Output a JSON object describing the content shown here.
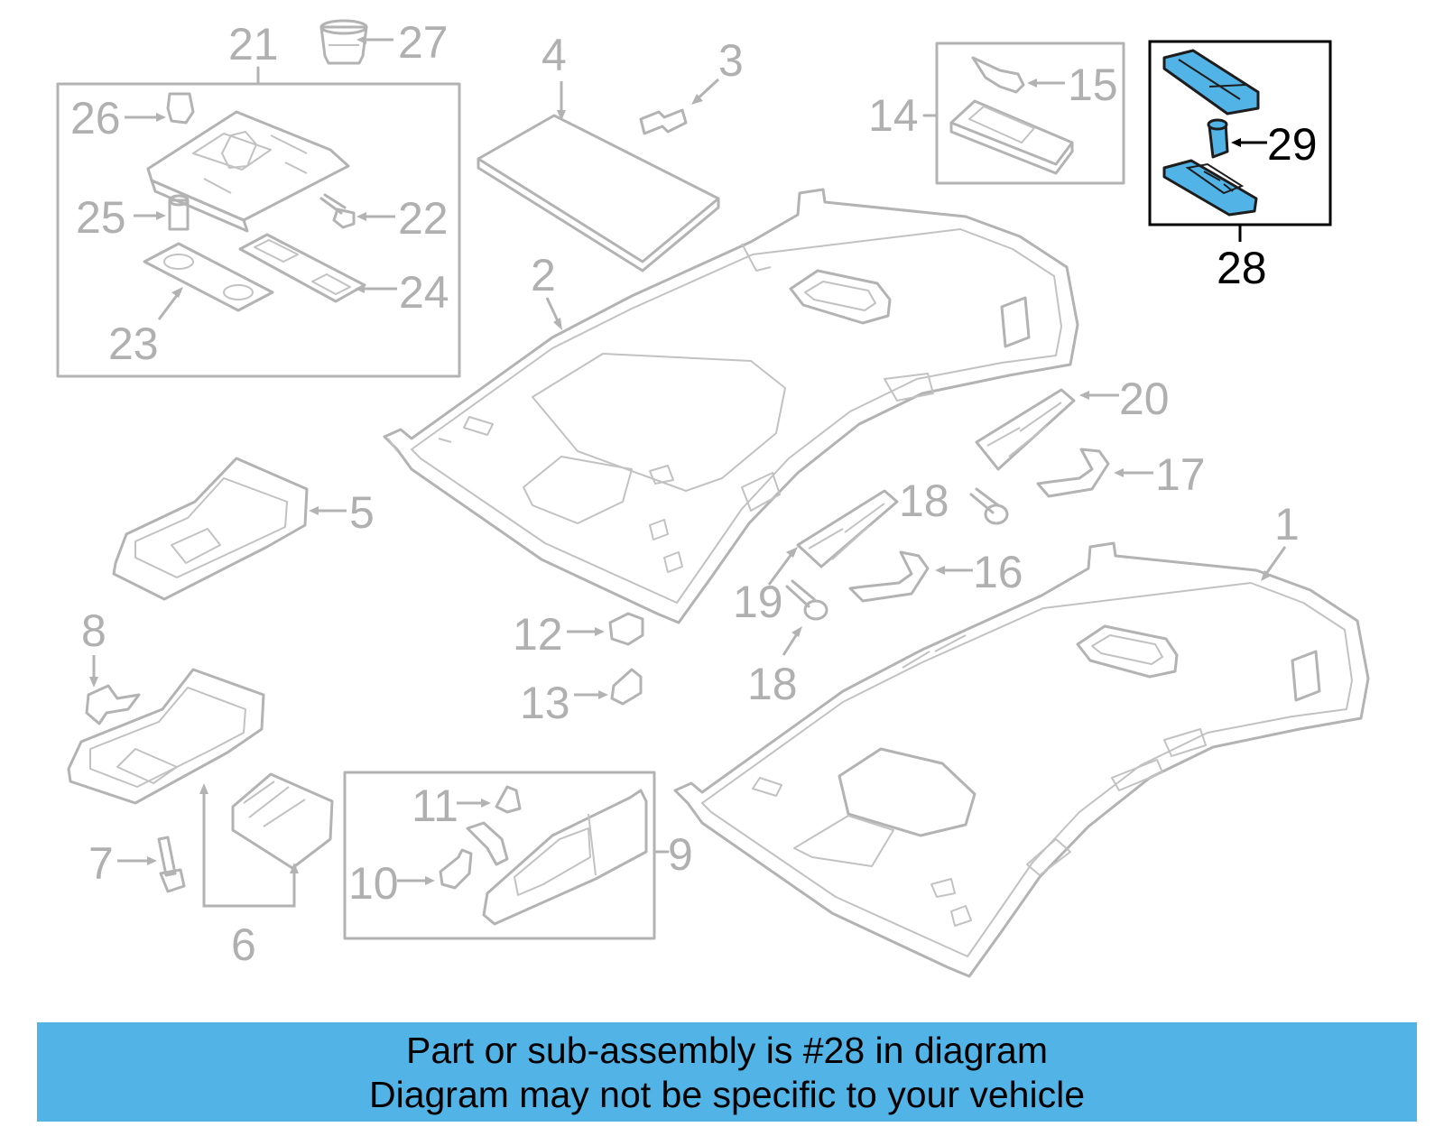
{
  "callouts": {
    "c1": "1",
    "c2": "2",
    "c3": "3",
    "c4": "4",
    "c5": "5",
    "c6": "6",
    "c7": "7",
    "c8": "8",
    "c9": "9",
    "c10": "10",
    "c11": "11",
    "c12": "12",
    "c13": "13",
    "c14": "14",
    "c15": "15",
    "c16": "16",
    "c17": "17",
    "c18a": "18",
    "c18b": "18",
    "c19": "19",
    "c20": "20",
    "c21": "21",
    "c22": "22",
    "c23": "23",
    "c24": "24",
    "c25": "25",
    "c26": "26",
    "c27": "27",
    "c28": "28",
    "c29": "29"
  },
  "highlight": {
    "color": "#52b4e6"
  },
  "banner": {
    "line1": "Part or sub-assembly is #28 in diagram",
    "line2": "Diagram may not be specific to your vehicle",
    "color": "#52b4e6"
  }
}
